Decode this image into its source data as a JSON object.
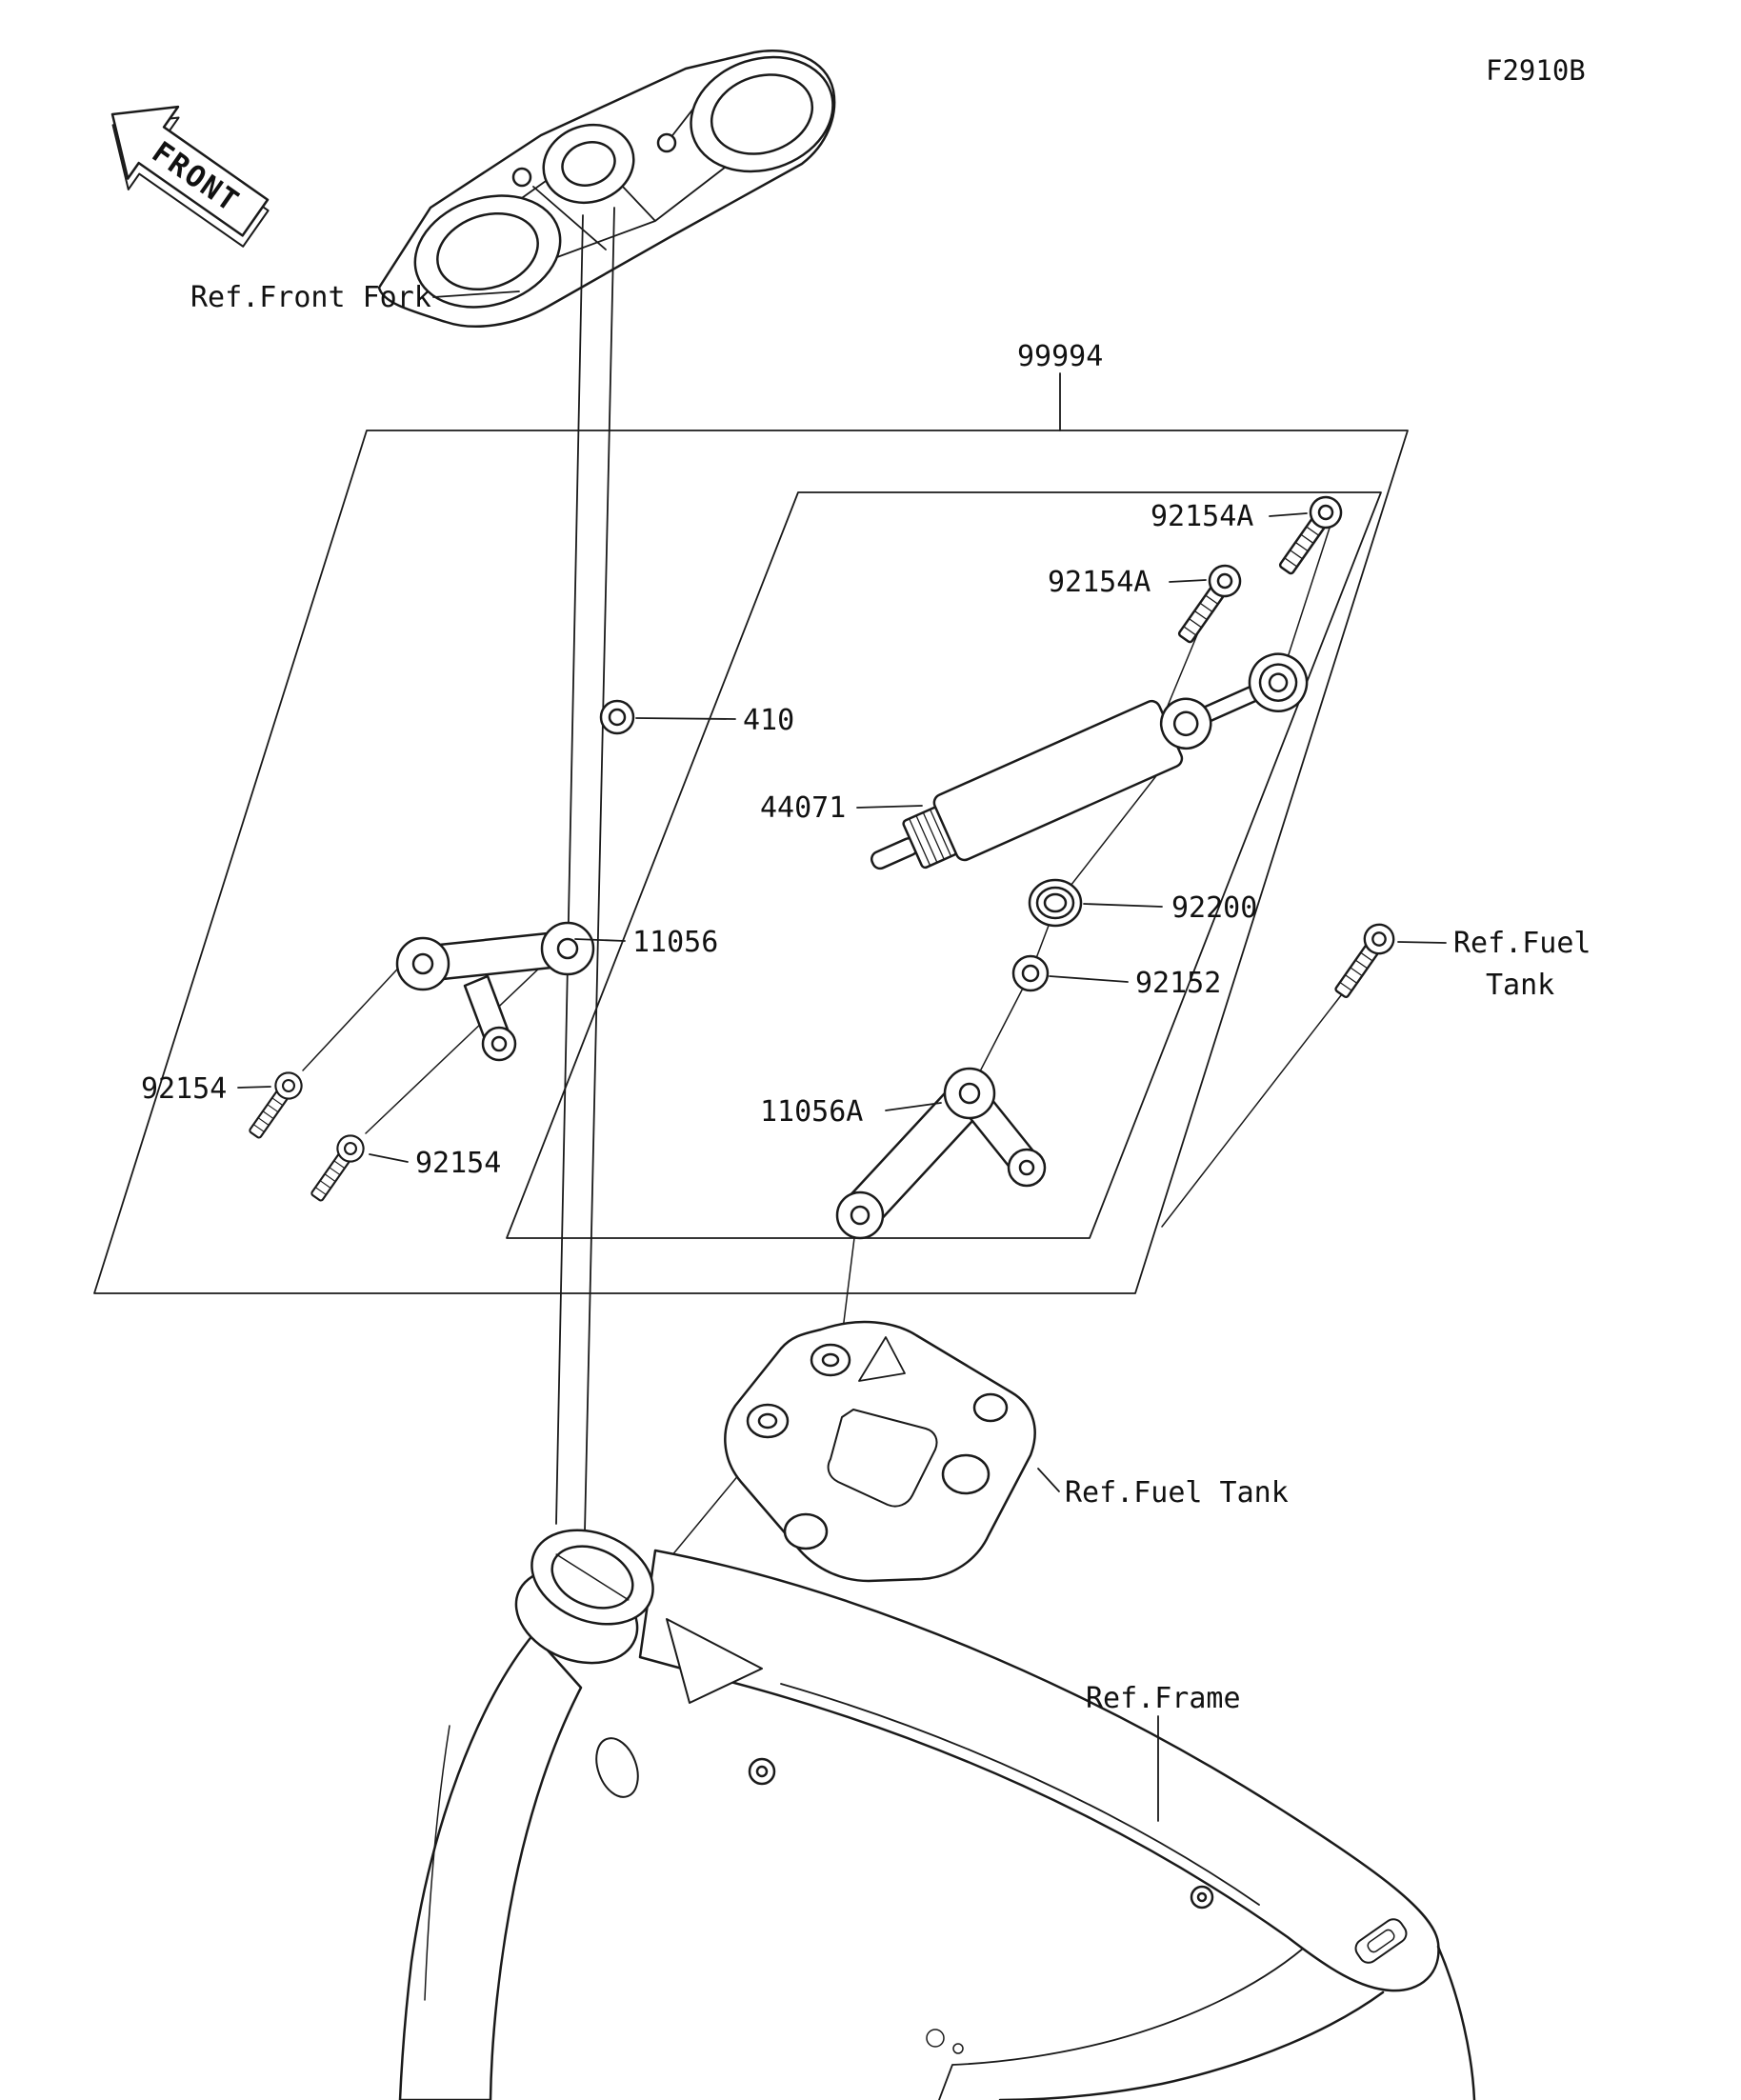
{
  "page": {
    "background": "#ffffff",
    "line_color": "#1a1a1a",
    "text_color": "#111111"
  },
  "header": {
    "diagram_code": "F2910B"
  },
  "front_marker": {
    "label": "FRONT"
  },
  "references": {
    "front_fork": "Ref.Front Fork",
    "fuel_tank_side_line1": "Ref.Fuel",
    "fuel_tank_side_line2": "Tank",
    "fuel_tank_center": "Ref.Fuel Tank",
    "frame": "Ref.Frame"
  },
  "part_labels": {
    "kit": "99994",
    "screw_top": "92154A",
    "screw_mid": "92154A",
    "washer": "410",
    "damper": "44071",
    "collar": "92200",
    "small_washer": "92152",
    "upper_bracket": "11056",
    "screw_left": "92154",
    "screw_lower": "92154",
    "lower_bracket": "11056A"
  }
}
